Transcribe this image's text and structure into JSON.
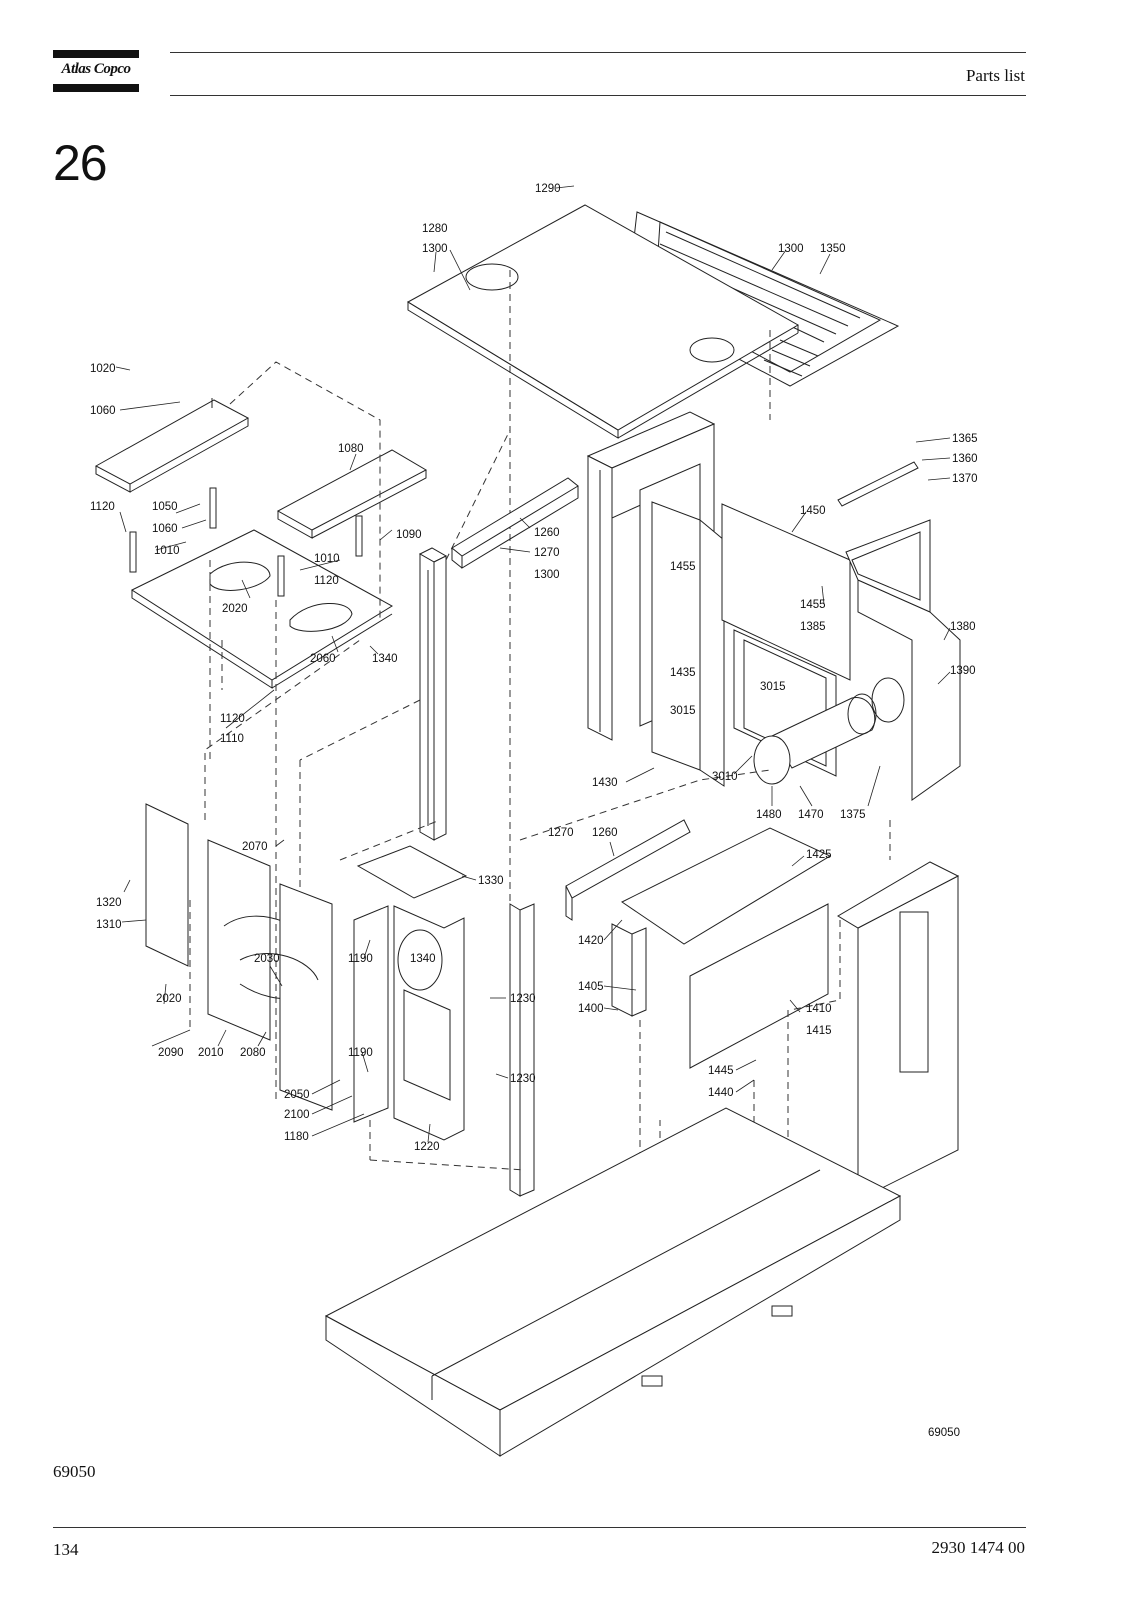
{
  "header": {
    "brand": "Atlas Copco",
    "title": "Parts list"
  },
  "section": {
    "number": "26"
  },
  "figure": {
    "reference_inside": "69050",
    "labels": [
      {
        "id": "l1290",
        "text": "1290"
      },
      {
        "id": "l1280",
        "text": "1280"
      },
      {
        "id": "l1300a",
        "text": "1300"
      },
      {
        "id": "l1300b",
        "text": "1300"
      },
      {
        "id": "l1350",
        "text": "1350"
      },
      {
        "id": "l1020",
        "text": "1020"
      },
      {
        "id": "l1060a",
        "text": "1060"
      },
      {
        "id": "l1080",
        "text": "1080"
      },
      {
        "id": "l1365",
        "text": "1365"
      },
      {
        "id": "l1360",
        "text": "1360"
      },
      {
        "id": "l1370",
        "text": "1370"
      },
      {
        "id": "l1120a",
        "text": "1120"
      },
      {
        "id": "l1050",
        "text": "1050"
      },
      {
        "id": "l1060b",
        "text": "1060"
      },
      {
        "id": "l1010a",
        "text": "1010"
      },
      {
        "id": "l1090",
        "text": "1090"
      },
      {
        "id": "l1260a",
        "text": "1260"
      },
      {
        "id": "l1270a",
        "text": "1270"
      },
      {
        "id": "l1010b",
        "text": "1010"
      },
      {
        "id": "l1120b",
        "text": "1120"
      },
      {
        "id": "l1300c",
        "text": "1300"
      },
      {
        "id": "l1450",
        "text": "1450"
      },
      {
        "id": "l1455a",
        "text": "1455"
      },
      {
        "id": "l1455b",
        "text": "1455"
      },
      {
        "id": "l1385",
        "text": "1385"
      },
      {
        "id": "l1380",
        "text": "1380"
      },
      {
        "id": "l2020a",
        "text": "2020"
      },
      {
        "id": "l2060",
        "text": "2060"
      },
      {
        "id": "l1340a",
        "text": "1340"
      },
      {
        "id": "l1435",
        "text": "1435"
      },
      {
        "id": "l3015a",
        "text": "3015"
      },
      {
        "id": "l1390",
        "text": "1390"
      },
      {
        "id": "l3015b",
        "text": "3015"
      },
      {
        "id": "l1120c",
        "text": "1120"
      },
      {
        "id": "l1110",
        "text": "1110"
      },
      {
        "id": "l3010",
        "text": "3010"
      },
      {
        "id": "l1430",
        "text": "1430"
      },
      {
        "id": "l1480",
        "text": "1480"
      },
      {
        "id": "l1470",
        "text": "1470"
      },
      {
        "id": "l1375",
        "text": "1375"
      },
      {
        "id": "l1270b",
        "text": "1270"
      },
      {
        "id": "l1260b",
        "text": "1260"
      },
      {
        "id": "l2070",
        "text": "2070"
      },
      {
        "id": "l1425",
        "text": "1425"
      },
      {
        "id": "l1330",
        "text": "1330"
      },
      {
        "id": "l1320",
        "text": "1320"
      },
      {
        "id": "l1310",
        "text": "1310"
      },
      {
        "id": "l1420",
        "text": "1420"
      },
      {
        "id": "l2030",
        "text": "2030"
      },
      {
        "id": "l1190a",
        "text": "1190"
      },
      {
        "id": "l1340b",
        "text": "1340"
      },
      {
        "id": "l1230a",
        "text": "1230"
      },
      {
        "id": "l1405",
        "text": "1405"
      },
      {
        "id": "l1400",
        "text": "1400"
      },
      {
        "id": "l1410",
        "text": "1410"
      },
      {
        "id": "l1415",
        "text": "1415"
      },
      {
        "id": "l2020b",
        "text": "2020"
      },
      {
        "id": "l2090",
        "text": "2090"
      },
      {
        "id": "l2010",
        "text": "2010"
      },
      {
        "id": "l2080",
        "text": "2080"
      },
      {
        "id": "l1190b",
        "text": "1190"
      },
      {
        "id": "l1230b",
        "text": "1230"
      },
      {
        "id": "l1445",
        "text": "1445"
      },
      {
        "id": "l1440",
        "text": "1440"
      },
      {
        "id": "l2050",
        "text": "2050"
      },
      {
        "id": "l2100",
        "text": "2100"
      },
      {
        "id": "l1180",
        "text": "1180"
      },
      {
        "id": "l1220",
        "text": "1220"
      }
    ]
  },
  "footer": {
    "figure_ref": "69050",
    "page_number": "134",
    "document_number": "2930 1474 00"
  }
}
